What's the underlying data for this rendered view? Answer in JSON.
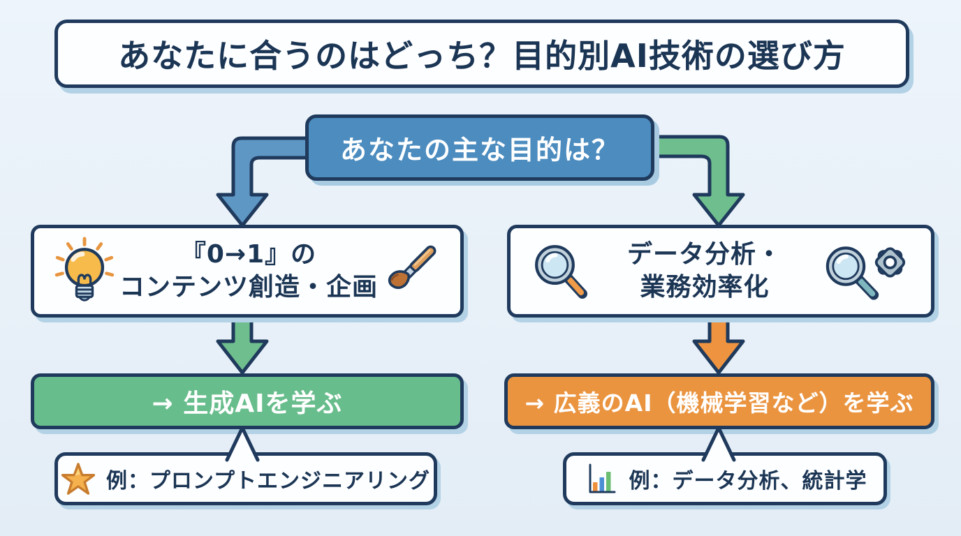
{
  "title": {
    "text": "あなたに合うのはどっち？目的別AI技術の選び方"
  },
  "question": {
    "text": "あなたの主な目的は？",
    "bg_color": "#4c8cbf"
  },
  "branches": {
    "left": {
      "line1": "『0→1』の",
      "line2": "コンテンツ創造・企画",
      "icon_left": "lightbulb-icon",
      "icon_right": "paintbrush-icon"
    },
    "right": {
      "line1": "データ分析・",
      "line2": "業務効率化",
      "icon_left": "magnifier-icon",
      "icon_right": "magnifier-gear-icon"
    }
  },
  "results": {
    "left": {
      "text": "→ 生成AIを学ぶ",
      "bg_color": "#68bd8c"
    },
    "right": {
      "text": "→ 広義のAI（機械学習など）を学ぶ",
      "bg_color": "#ea9440"
    }
  },
  "examples": {
    "left": {
      "text": "例：プロンプトエンジニアリング",
      "icon": "star-icon"
    },
    "right": {
      "text": "例：データ分析、統計学",
      "icon": "bar-chart-icon"
    }
  },
  "arrows": {
    "left_elbow_color": "#5e96c4",
    "right_elbow_color": "#6fbe8e",
    "left_down_color": "#6fbe8e",
    "right_down_color": "#ee9440",
    "outline_color": "#1f3a5c"
  },
  "palette": {
    "background": "#e9f1f8",
    "outline": "#1f3a5c",
    "text": "#1b3554",
    "shadow": "#b3d2e6"
  }
}
